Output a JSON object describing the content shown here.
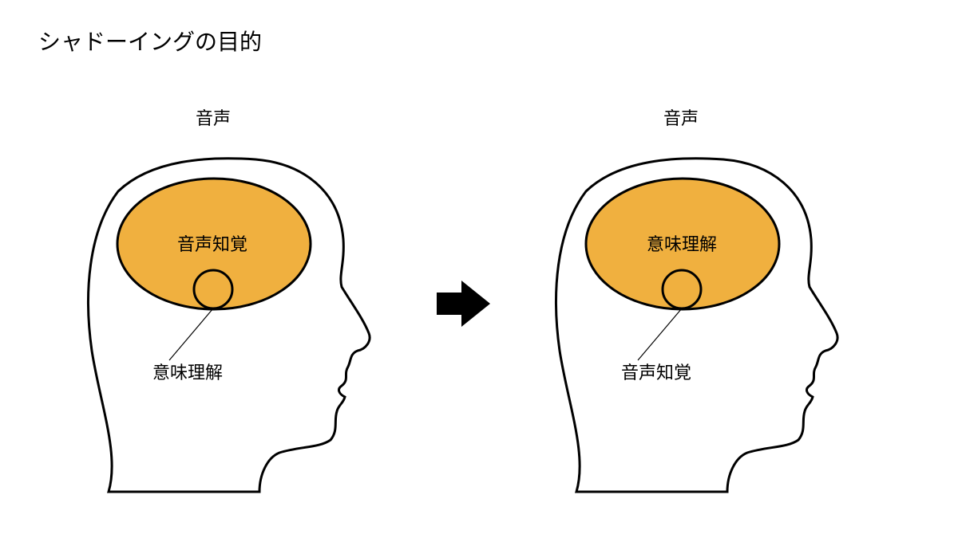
{
  "title": "シャドーイングの目的",
  "colors": {
    "brain_fill": "#F0B03F",
    "outline": "#000000",
    "background": "#FFFFFF"
  },
  "left_panel": {
    "top_label": "音声",
    "brain_label": "音声知覚",
    "pointer_label": "意味理解"
  },
  "arrow": {
    "icon": "right-arrow-icon"
  },
  "right_panel": {
    "top_label": "音声",
    "brain_label": "意味理解",
    "pointer_label": "音声知覚"
  }
}
